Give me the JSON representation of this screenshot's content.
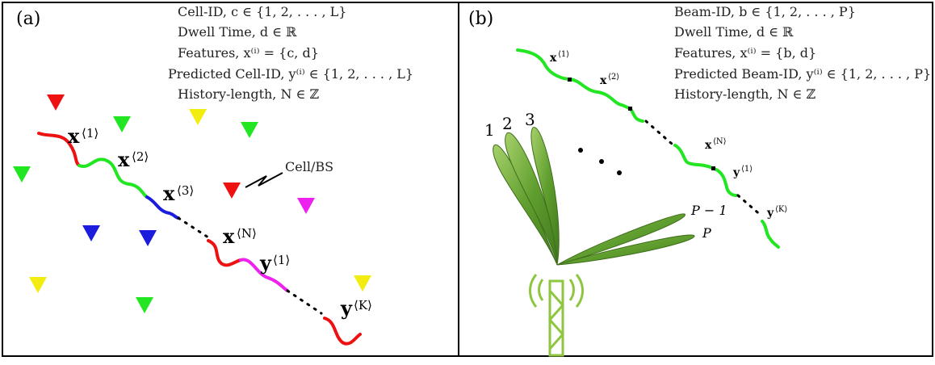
{
  "panel_a": {
    "tag": "(a)",
    "header": [
      "Cell-ID, c ∈ {1, 2, . . . , L}",
      "Dwell Time, d ∈ ℝ",
      "Features, x⁽ⁱ⁾ = {c, d}",
      "Predicted Cell-ID, y⁽ⁱ⁾ ∈ {1, 2, . . . , L}",
      "History-length, N ∈ ℤ"
    ],
    "callout": "Cell/BS",
    "labels": {
      "x": "x",
      "y": "y",
      "sup1": "⟨1⟩",
      "sup2": "⟨2⟩",
      "sup3": "⟨3⟩",
      "supN": "⟨N⟩",
      "supK": "⟨K⟩"
    },
    "colors": {
      "red": "#ee1111",
      "green": "#22e622",
      "blue": "#1c1cdd",
      "magenta": "#ee22ee",
      "yellow": "#f2ec10"
    }
  },
  "panel_b": {
    "tag": "(b)",
    "header": [
      "Beam-ID, b ∈ {1, 2, . . . , P}",
      "Dwell Time, d ∈ ℝ",
      "Features, x⁽ⁱ⁾ = {b, d}",
      "Predicted Beam-ID, y⁽ⁱ⁾ ∈ {1, 2, . . . , P}",
      "History-length, N ∈ ℤ"
    ],
    "beam_labels": {
      "b1": "1",
      "b2": "2",
      "b3": "3",
      "bp1": "P − 1",
      "bp": "P"
    },
    "labels": {
      "x": "x",
      "y": "y",
      "sup1": "⟨1⟩",
      "sup2": "⟨2⟩",
      "supN": "⟨N⟩",
      "supK": "⟨K⟩"
    },
    "colors": {
      "beam": "#6aa53a",
      "path": "#22e622",
      "tower": "#8ec63f"
    }
  }
}
